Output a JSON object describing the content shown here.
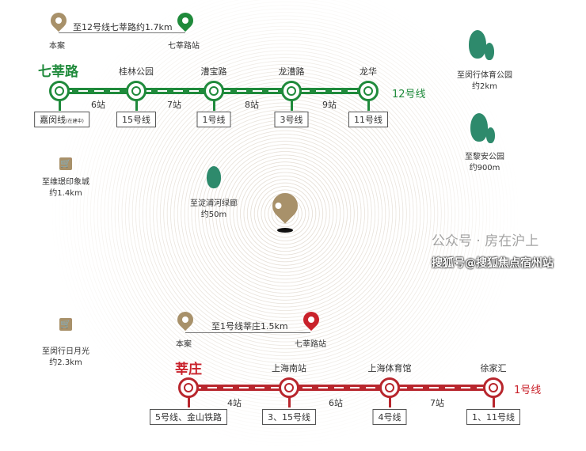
{
  "colors": {
    "gold": "#a8916a",
    "line12": "#1f8a3b",
    "line1": "#c9222b"
  },
  "top_route": {
    "text": "至12号线七莘路约1.7km",
    "from": "本案",
    "to": "七莘路站"
  },
  "line12": {
    "name": "12号线",
    "origin": "七莘路",
    "stations": [
      {
        "name": "七莘路",
        "transfer": "嘉闵线",
        "note": "(在建中)"
      },
      {
        "name": "桂林公园",
        "transfer": "15号线"
      },
      {
        "name": "漕宝路",
        "transfer": "1号线"
      },
      {
        "name": "龙漕路",
        "transfer": "3号线"
      },
      {
        "name": "龙华",
        "transfer": "11号线"
      }
    ],
    "gaps": [
      "6站",
      "7站",
      "8站",
      "9站"
    ]
  },
  "bottom_route": {
    "text": "至1号线莘庄1.5km",
    "from": "本案",
    "to": "七莘路站"
  },
  "line1": {
    "name": "1号线",
    "origin": "莘庄",
    "stations": [
      {
        "name": "莘庄",
        "transfer": "5号线、金山铁路"
      },
      {
        "name": "上海南站",
        "transfer": "3、15号线"
      },
      {
        "name": "上海体育馆",
        "transfer": "4号线"
      },
      {
        "name": "徐家汇",
        "transfer": "1、11号线"
      }
    ],
    "gaps": [
      "4站",
      "6站",
      "7站"
    ]
  },
  "pois": [
    {
      "name": "至维璟印象城",
      "dist": "约1.4km",
      "icon": "shopping-cart-icon"
    },
    {
      "name": "至闵行日月光",
      "dist": "约2.3km",
      "icon": "shopping-cart-icon"
    },
    {
      "name": "至淀浦河绿廊",
      "dist": "约50m",
      "icon": "tree-icon"
    },
    {
      "name": "至闵行体育公园",
      "dist": "约2km",
      "icon": "tree-icon"
    },
    {
      "name": "至黎安公园",
      "dist": "约900m",
      "icon": "tree-icon"
    }
  ],
  "watermarks": [
    "公众号 · 房在沪上",
    "搜狐号@搜狐焦点宿州站"
  ]
}
